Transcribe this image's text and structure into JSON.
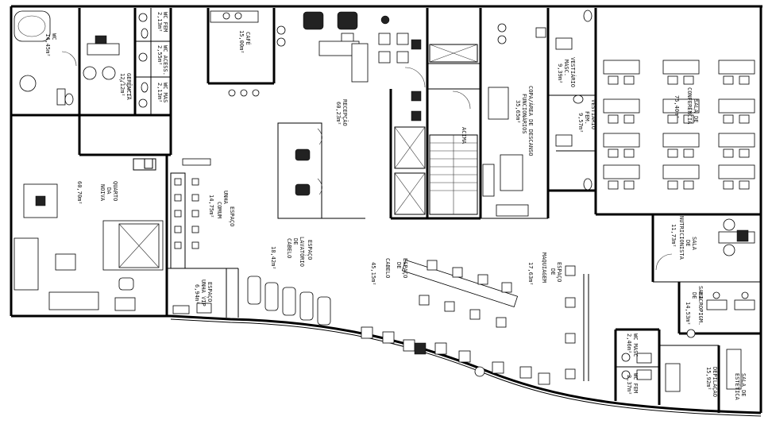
{
  "rooms": {
    "wc_suite": {
      "name": "WC",
      "area": "14,45m²"
    },
    "wc_fem_top": {
      "name": "WC FEM",
      "area": "2,13m²"
    },
    "wc_acess": {
      "name": "WC ACESS.",
      "area": "2,55m²"
    },
    "wc_masc_top": {
      "name": "WC MAS",
      "area": "2,13m²"
    },
    "gerencia": {
      "name": "GERÊNCIA",
      "area": "12,12m²"
    },
    "cafe": {
      "name": "CAFÉ",
      "area": "15,00m²"
    },
    "recepcao": {
      "name": "RECEPÇÃO",
      "area": "60,23m²"
    },
    "copa": {
      "name": "COPA/ÁREA DE DESCANSO",
      "line2": "FUNCIONÁRIOS",
      "area": "35,65m²"
    },
    "vest_masc": {
      "name": "VESTIÁRIO",
      "line2": "MASC.",
      "area": "9,39m²"
    },
    "vest_fem": {
      "name": "VESTIÁRIO",
      "line2": "FEM.",
      "area": "9,57m²"
    },
    "sala_conf": {
      "name": "SALA DE",
      "line2": "CONFERÊNCIA",
      "area": "75,40m²"
    },
    "quarto_noiva": {
      "name": "QUARTO",
      "line2": "DA",
      "line3": "NOIVA",
      "area": "60,70m²"
    },
    "esp_unha_comum": {
      "name": "ESPAÇO",
      "line2": "UNHA",
      "line3": "COMUM",
      "area": "14,75m²"
    },
    "esp_lavatorio": {
      "name": "ESPAÇO",
      "line2": "LAVATÓRIO",
      "line3": "DE",
      "line4": "CABELO",
      "area": "18,42m²"
    },
    "esp_cabelo": {
      "name": "ESPAÇO",
      "line2": "DE",
      "line3": "CABELO",
      "area": "45,15m²"
    },
    "esp_maquiagem": {
      "name": "ESPAÇO",
      "line2": "DE",
      "line3": "MAQUIAGEM",
      "area": "17,63m²"
    },
    "esp_unha_vip": {
      "name": "ESPAÇO",
      "line2": "UNHA VIP",
      "area": "6,94m²"
    },
    "sala_nutri": {
      "name": "SALA",
      "line2": "DE",
      "line3": "NUTRICIONISTA",
      "area": "11,73m²"
    },
    "sala_micro": {
      "name": "SALA",
      "line2": "DE",
      "line3": "MICROPIGM.",
      "area": "14,53m²"
    },
    "wc_masc_bot": {
      "name": "WC MASC",
      "area": "2,46m²"
    },
    "wc_fem_bot": {
      "name": "WC FEM",
      "area": "2,37m²"
    },
    "sala_estetica": {
      "name": "SALA DE",
      "line2": "ESTÉTICA",
      "line3": "DEPILAÇÃO",
      "area": "15,92m²"
    }
  },
  "annotations": {
    "stair_direction": "ACIMA"
  }
}
